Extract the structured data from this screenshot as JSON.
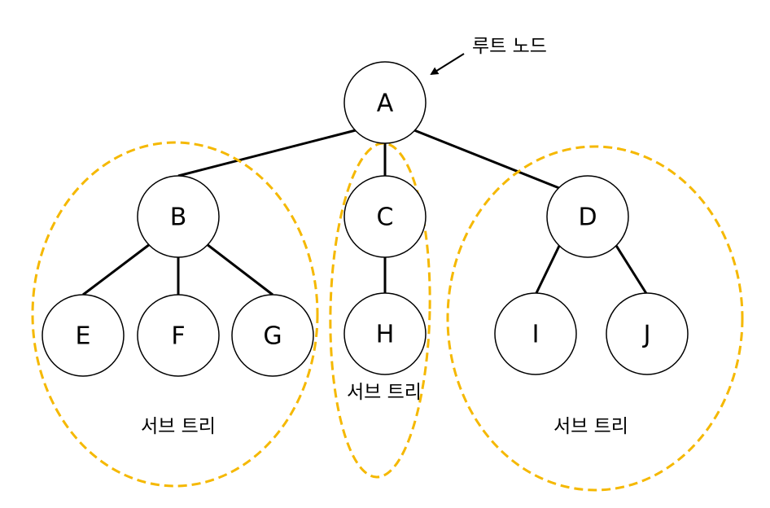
{
  "diagram": {
    "root_label": "루트 노드",
    "nodes": [
      {
        "id": "A",
        "label": "A"
      },
      {
        "id": "B",
        "label": "B"
      },
      {
        "id": "C",
        "label": "C"
      },
      {
        "id": "D",
        "label": "D"
      },
      {
        "id": "E",
        "label": "E"
      },
      {
        "id": "F",
        "label": "F"
      },
      {
        "id": "G",
        "label": "G"
      },
      {
        "id": "H",
        "label": "H"
      },
      {
        "id": "I",
        "label": "I"
      },
      {
        "id": "J",
        "label": "J"
      }
    ],
    "edges": [
      [
        "A",
        "B"
      ],
      [
        "A",
        "C"
      ],
      [
        "A",
        "D"
      ],
      [
        "B",
        "E"
      ],
      [
        "B",
        "F"
      ],
      [
        "B",
        "G"
      ],
      [
        "C",
        "H"
      ],
      [
        "D",
        "I"
      ],
      [
        "D",
        "J"
      ]
    ],
    "subtrees": [
      {
        "root": "B",
        "label": "서브 트리"
      },
      {
        "root": "C",
        "label": "서브 트리"
      },
      {
        "root": "D",
        "label": "서브 트리"
      }
    ],
    "colors": {
      "subtree_outline": "#F5B800",
      "line": "#000000",
      "node_fill": "#ffffff"
    }
  }
}
